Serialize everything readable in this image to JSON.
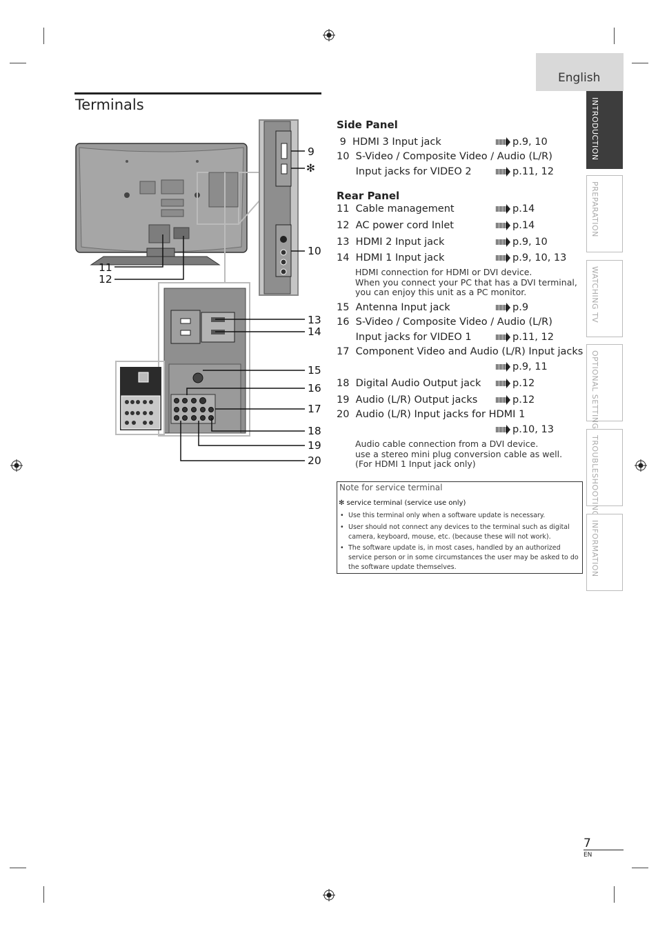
{
  "language": "English",
  "title": "Terminals",
  "side_tabs": [
    "INTRODUCTION",
    "PREPARATION",
    "WATCHING TV",
    "OPTIONAL SETTING",
    "TROUBLESHOOTING",
    "INFORMATION"
  ],
  "diagram_labels": {
    "n9": "9",
    "star": "✻",
    "n10": "10",
    "n11": "11",
    "n12": "12",
    "n13": "13",
    "n14": "14",
    "n15": "15",
    "n16": "16",
    "n17": "17",
    "n18": "18",
    "n19": "19",
    "n20": "20"
  },
  "side_panel": {
    "heading": "Side Panel",
    "items": [
      {
        "text": " 9  HDMI 3 Input jack",
        "ref": "p.9, 10"
      },
      {
        "text": "10  S-Video / Composite Video / Audio (L/R)",
        "ref": ""
      },
      {
        "text": "      Input jacks for VIDEO 2",
        "ref": "p.11, 12"
      }
    ]
  },
  "rear_panel": {
    "heading": "Rear Panel",
    "items": [
      {
        "text": "11  Cable management",
        "ref": "p.14"
      },
      {
        "text": "12  AC power cord Inlet",
        "ref": "p.14"
      },
      {
        "text": "13  HDMI 2 Input jack",
        "ref": "p.9, 10"
      },
      {
        "text": "14  HDMI 1 Input jack",
        "ref": "p.9, 10, 13"
      },
      {
        "text": "15  Antenna Input jack",
        "ref": "p.9"
      },
      {
        "text": "16  S-Video / Composite Video / Audio (L/R)",
        "ref": ""
      },
      {
        "text": "      Input jacks for VIDEO 1",
        "ref": "p.11, 12"
      },
      {
        "text": "17  Component Video and Audio (L/R) Input jacks",
        "ref": ""
      },
      {
        "text": "",
        "ref": "p.9, 11"
      },
      {
        "text": "18  Digital Audio Output jack",
        "ref": "p.12"
      },
      {
        "text": "19  Audio (L/R) Output jacks",
        "ref": "p.12"
      },
      {
        "text": "20  Audio (L/R) Input jacks for HDMI 1",
        "ref": ""
      },
      {
        "text": "",
        "ref": "p.10, 13"
      }
    ],
    "hdmi1_desc": [
      "HDMI connection for HDMI or DVI device.",
      "When you connect your PC that has a DVI terminal,",
      "you can enjoy this unit as a PC monitor."
    ],
    "audio_desc": [
      "Audio cable connection from a DVI device.",
      "use a stereo mini plug conversion cable as well.",
      "(For HDMI 1 Input jack only)"
    ]
  },
  "note": {
    "title": "Note for service terminal",
    "star_line": "✻ service terminal (service use only)",
    "bullets": [
      "Use this terminal only when a software update is necessary.",
      "User should not connect any devices to the terminal such as digital camera, keyboard, mouse, etc. (because these will not work).",
      "The software update is, in most cases, handled by an authorized service person or in some circumstances the user may be asked to do the software update themselves."
    ]
  },
  "page_number": "7",
  "page_lang_code": "EN"
}
